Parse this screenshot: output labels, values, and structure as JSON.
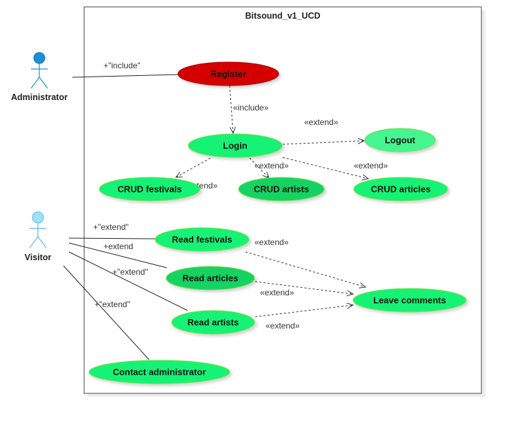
{
  "diagram": {
    "title": "Bitsound_v1_UCD",
    "colors": {
      "usecase_fill": "#19f274",
      "usecase_dark_fill": "#12d263",
      "usecase_light_fill": "#45f590",
      "register_fill": "#d40000",
      "usecase_stroke": "#7ddf4a",
      "actor_admin": "#1a8fd8",
      "actor_visitor": "#9fe0fb"
    },
    "actors": [
      {
        "id": "administrator",
        "label": "Administrator"
      },
      {
        "id": "visitor",
        "label": "Visitor"
      }
    ],
    "use_cases": [
      {
        "id": "register",
        "label": "Register"
      },
      {
        "id": "login",
        "label": "Login"
      },
      {
        "id": "logout",
        "label": "Logout"
      },
      {
        "id": "crud_festivals",
        "label": "CRUD festivals"
      },
      {
        "id": "crud_artists",
        "label": "CRUD artists"
      },
      {
        "id": "crud_articles",
        "label": "CRUD articles"
      },
      {
        "id": "read_festivals",
        "label": "Read festivals"
      },
      {
        "id": "read_articles",
        "label": "Read articles"
      },
      {
        "id": "read_artists",
        "label": "Read artists"
      },
      {
        "id": "leave_comments",
        "label": "Leave comments"
      },
      {
        "id": "contact_administrator",
        "label": "Contact administrator"
      }
    ],
    "relations": [
      {
        "id": "admin_register",
        "label": "+\"include\""
      },
      {
        "id": "register_login",
        "label": "«include»"
      },
      {
        "id": "login_logout",
        "label": "«extend»"
      },
      {
        "id": "login_crud_festivals",
        "label": "«extend»"
      },
      {
        "id": "login_crud_artists",
        "label": "«extend»"
      },
      {
        "id": "login_crud_articles",
        "label": "«extend»"
      },
      {
        "id": "visitor_read_festivals",
        "label": "+\"extend\""
      },
      {
        "id": "visitor_read_articles",
        "label": "+extend"
      },
      {
        "id": "visitor_read_artists",
        "label": "+\"extend\""
      },
      {
        "id": "visitor_contact",
        "label": "+\"extend\""
      },
      {
        "id": "read_festivals_leave",
        "label": "«extend»"
      },
      {
        "id": "read_articles_leave",
        "label": "«extend»"
      },
      {
        "id": "read_artists_leave",
        "label": "«extend»"
      }
    ]
  }
}
